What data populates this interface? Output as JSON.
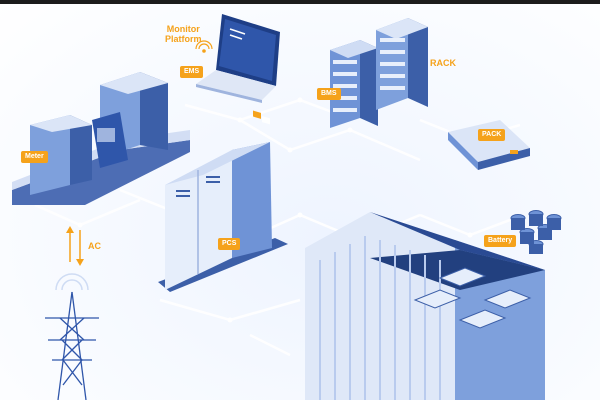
{
  "labels": {
    "monitor_platform": "Monitor\nPlatform",
    "ems": "EMS",
    "bms": "BMS",
    "rack": "RACK",
    "pack": "PACK",
    "meter": "Meter",
    "pcs": "PCS",
    "battery": "Battery",
    "ac": "AC"
  },
  "colors": {
    "accent": "#f5a21b",
    "line": "#ffffff",
    "device_dark": "#3c5fa8",
    "device_mid": "#6f93d6",
    "device_light": "#cfdcf4"
  },
  "icons": [
    "wifi-icon",
    "ac-arrow-icon",
    "transmission-tower-icon"
  ]
}
